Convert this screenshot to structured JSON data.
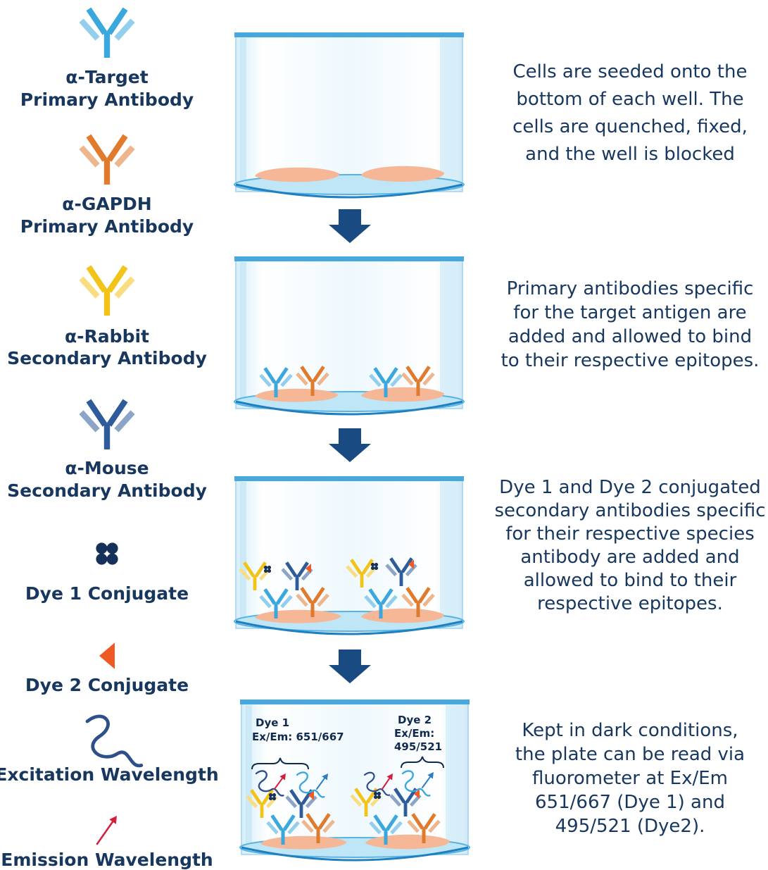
{
  "colors": {
    "target_antibody": "#3aa8dc",
    "gapdh_antibody": "#e07b2e",
    "rabbit_antibody": "#f2c318",
    "mouse_antibody": "#2e5b9a",
    "dye1": "#15315a",
    "dye2": "#ee5a24",
    "arrow": "#1a4a82",
    "cells": "#f6b796",
    "well_liquid": "#bfe6f6",
    "emission": "#d11f3c"
  },
  "legend": [
    {
      "id": "target",
      "icon": "antibody-light-blue-icon",
      "lines": [
        "α-Target",
        "Primary Antibody"
      ]
    },
    {
      "id": "gapdh",
      "icon": "antibody-orange-icon",
      "lines": [
        "α-GAPDH",
        "Primary Antibody"
      ]
    },
    {
      "id": "rabbit",
      "icon": "antibody-yellow-icon",
      "lines": [
        "α-Rabbit",
        "Secondary Antibody"
      ]
    },
    {
      "id": "mouse",
      "icon": "antibody-dark-blue-icon",
      "lines": [
        "α-Mouse",
        "Secondary Antibody"
      ]
    },
    {
      "id": "dye1",
      "icon": "four-dots-icon",
      "lines": [
        "Dye 1 Conjugate"
      ]
    },
    {
      "id": "dye2",
      "icon": "triangle-icon",
      "lines": [
        "Dye 2 Conjugate"
      ]
    },
    {
      "id": "excitation",
      "icon": "squiggle-arrow-icon",
      "lines": [
        "Excitation Wavelength"
      ]
    },
    {
      "id": "emission",
      "icon": "red-arrow-icon",
      "lines": [
        "Emission Wavelength"
      ]
    }
  ],
  "steps": [
    {
      "id": "seed",
      "lines": [
        "Cells are seeded onto the",
        "bottom of each well. The",
        "cells are quenched, fixed,",
        "and the well is blocked"
      ]
    },
    {
      "id": "primary",
      "lines": [
        "Primary antibodies specific",
        "for the target antigen are",
        "added and allowed to bind",
        "to their respective epitopes."
      ]
    },
    {
      "id": "secondary",
      "lines": [
        "Dye 1 and Dye 2 conjugated",
        "secondary antibodies specific",
        "for their respective species",
        "antibody are added and",
        "allowed to bind to their",
        "respective epitopes."
      ]
    },
    {
      "id": "read",
      "lines": [
        "Kept in dark conditions,",
        "the plate can be read via",
        "fluorometer at Ex/Em",
        "651/667 (Dye 1) and",
        "495/521 (Dye2)."
      ]
    }
  ],
  "well_labels": {
    "dye1": [
      "Dye 1",
      "Ex/Em: 651/667"
    ],
    "dye2": [
      "Dye 2",
      "Ex/Em:",
      "495/521"
    ]
  }
}
